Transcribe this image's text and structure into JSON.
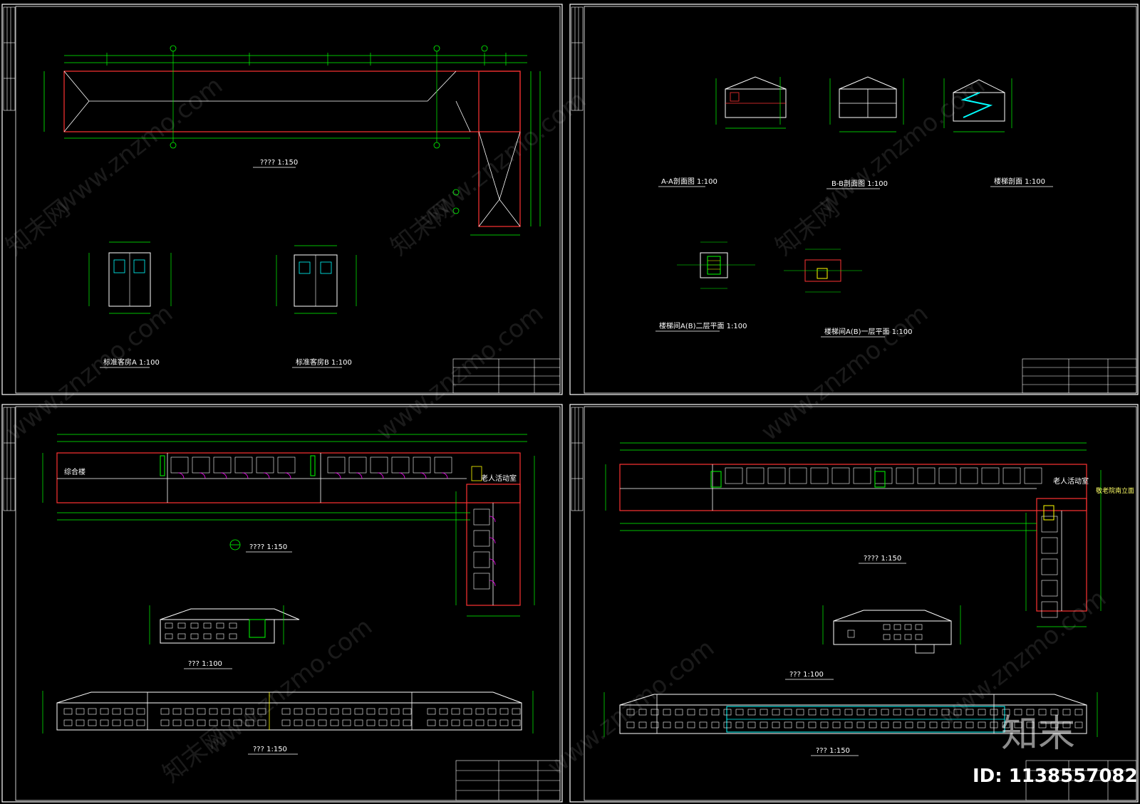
{
  "sheets": [
    {
      "labels": [
        "???? 1:150",
        "标准客房A 1:100",
        "标准客房B 1:100"
      ]
    },
    {
      "labels": [
        "A-A剖面图 1:100",
        "B-B剖面图 1:100",
        "楼梯剖面 1:100",
        "楼梯间A(B)二层平面 1:100",
        "楼梯间A(B)一层平面 1:100"
      ]
    },
    {
      "labels": [
        "???? 1:150",
        "??? 1:100",
        "??? 1:150"
      ],
      "rooms": [
        "综合楼",
        "老人活动室"
      ]
    },
    {
      "labels": [
        "???? 1:150",
        "??? 1:100",
        "??? 1:150"
      ],
      "rooms": [
        "老人活动室",
        "敬老院南立面"
      ]
    }
  ],
  "watermark": {
    "text_cn": "知末网",
    "text_url": "www.znzmo.com",
    "logo": "知末",
    "id_label": "ID: 1138557082"
  },
  "colors": {
    "background": "#000000",
    "frame": "#ffffff",
    "dimension": "#00ff00",
    "axis": "#ff3333",
    "door": "#ff00ff",
    "window": "#00ffff",
    "stair": "#ffff00"
  }
}
